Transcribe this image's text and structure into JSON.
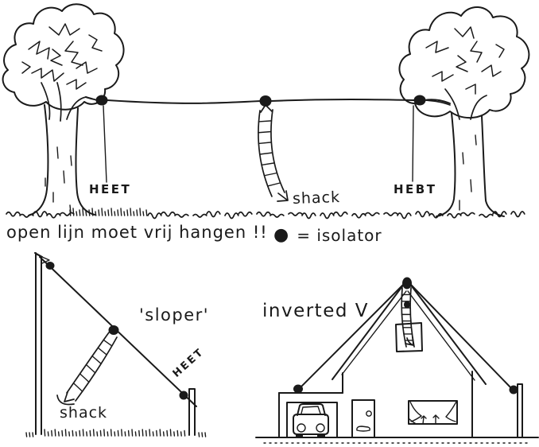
{
  "diagram": {
    "ink_color": "#1a1a1a",
    "top": {
      "heet_left": "HEET",
      "heet_right": "HEBT",
      "shack": "shack",
      "caption": "open lijn moet vrij hangen !!",
      "legend_symbol": "●",
      "legend_text": "= isolator"
    },
    "sloper": {
      "title": "'sloper'",
      "shack": "shack",
      "heet": "HEET"
    },
    "inverted_v": {
      "title": "inverted V"
    }
  }
}
